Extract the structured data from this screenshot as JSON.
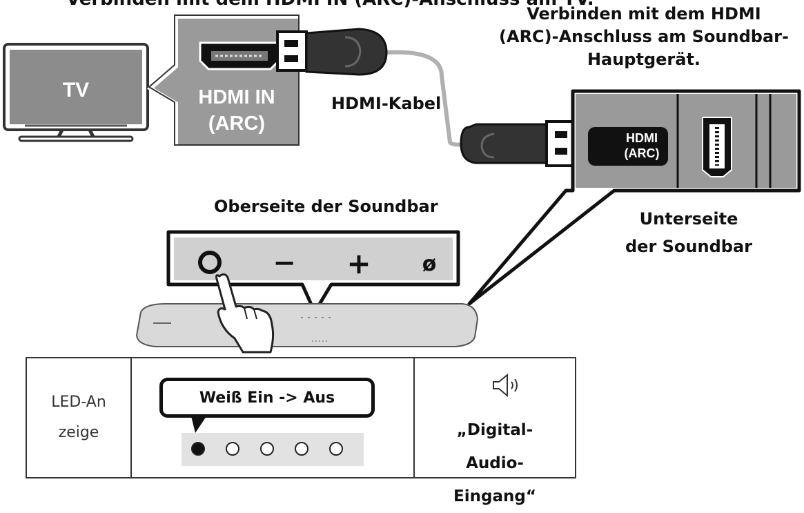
{
  "header": {
    "partial_title": "Verbinden mit dem HDMI IN (ARC)-Anschluss am TV."
  },
  "tv": {
    "label": "TV"
  },
  "tv_port": {
    "label_line1": "HDMI IN",
    "label_line2": "(ARC)"
  },
  "cable": {
    "label": "HDMI-Kabel"
  },
  "connect_note": {
    "text": "Verbinden mit dem HDMI (ARC)-Anschluss am Soundbar-Hauptgerät."
  },
  "soundbar_port": {
    "label_line1": "HDMI",
    "label_line2": "(ARC)"
  },
  "soundbar_bottom": {
    "label": "Unterseite der Soundbar"
  },
  "soundbar_top": {
    "label": "Oberseite der Soundbar",
    "buttons": [
      {
        "icon": "power-icon"
      },
      {
        "icon": "minus-icon",
        "glyph": "−"
      },
      {
        "icon": "plus-icon",
        "glyph": "+"
      },
      {
        "icon": "input-source-icon",
        "glyph": "ø"
      }
    ]
  },
  "led_table": {
    "label": "LED-Anzeige",
    "led_state": "Weiß Ein -> Aus",
    "leds": [
      true,
      false,
      false,
      false,
      false
    ],
    "mode_icon": "speaker-icon",
    "mode_text": "„Digital-Audio-Eingang“"
  },
  "colors": {
    "panel_gray": "#9a9a9a",
    "soundbar_gray": "#d9d9d9",
    "cable_gray": "#b0b0b0",
    "outline": "#111111"
  }
}
